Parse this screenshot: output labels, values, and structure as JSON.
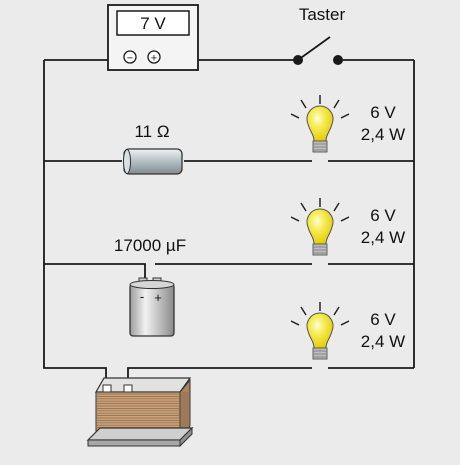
{
  "circuit": {
    "voltmeter": {
      "reading": "7 V",
      "minus": "−",
      "plus": "+"
    },
    "switch": {
      "label": "Taster"
    },
    "resistor": {
      "label": "11 Ω"
    },
    "capacitor": {
      "label": "17000 µF",
      "minus": "-",
      "plus": "+"
    },
    "lamps": [
      {
        "voltage": "6 V",
        "power": "2,4 W"
      },
      {
        "voltage": "6 V",
        "power": "2,4 W"
      },
      {
        "voltage": "6 V",
        "power": "2,4 W"
      }
    ],
    "colors": {
      "background": "#ebebeb",
      "wire": "#1a1a1a",
      "bulb_glass": "#f2e21a",
      "bulb_highlight": "#fffbe0",
      "bulb_base": "#bdbdbd",
      "resistor_body": "#b5c0c4",
      "capacitor_body": "#c4c4c4",
      "coil_copper": "#c9a27a",
      "coil_core": "#9a9a9a"
    }
  }
}
